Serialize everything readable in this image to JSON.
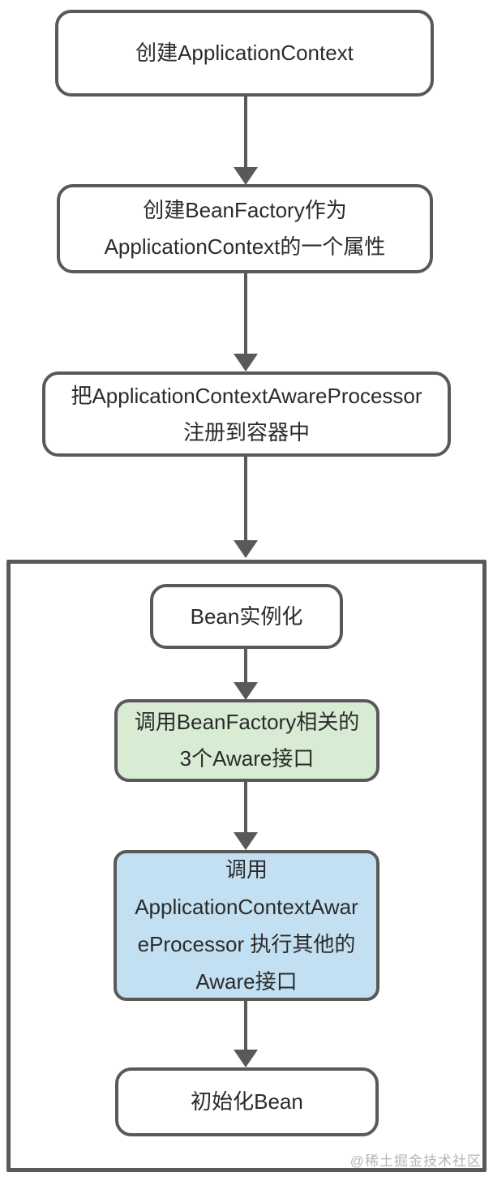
{
  "diagram": {
    "type": "flowchart",
    "topic": "Spring ApplicationContext / Aware 接口处理流程",
    "nodes": [
      {
        "id": "create-application-context",
        "shape": "rounded-rect",
        "fill": "#ffffff",
        "lines": [
          "创建ApplicationContext"
        ]
      },
      {
        "id": "create-bean-factory",
        "shape": "rounded-rect",
        "fill": "#ffffff",
        "lines": [
          "创建BeanFactory作为",
          "ApplicationContext的一个属性"
        ]
      },
      {
        "id": "register-aware-processor",
        "shape": "rounded-rect",
        "fill": "#ffffff",
        "lines": [
          "把ApplicationContextAwareProcessor",
          "注册到容器中"
        ]
      },
      {
        "id": "bean-instantiation",
        "shape": "rounded-rect",
        "fill": "#ffffff",
        "lines": [
          "Bean实例化"
        ]
      },
      {
        "id": "invoke-beanfactory-aware",
        "shape": "rounded-rect",
        "fill": "#d7ecd2",
        "lines": [
          "调用BeanFactory相关的",
          "3个Aware接口"
        ]
      },
      {
        "id": "invoke-context-aware-processor",
        "shape": "rounded-rect",
        "fill": "#c2e0f2",
        "lines": [
          "调用",
          "ApplicationContextAwar",
          "eProcessor 执行其他的",
          "Aware接口"
        ]
      },
      {
        "id": "initialize-bean",
        "shape": "rounded-rect",
        "fill": "#ffffff",
        "lines": [
          "初始化Bean"
        ]
      }
    ],
    "group": {
      "id": "bean-lifecycle-group",
      "contains": [
        "bean-instantiation",
        "invoke-beanfactory-aware",
        "invoke-context-aware-processor",
        "initialize-bean"
      ]
    },
    "edges": [
      {
        "from": "create-application-context",
        "to": "create-bean-factory"
      },
      {
        "from": "create-bean-factory",
        "to": "register-aware-processor"
      },
      {
        "from": "register-aware-processor",
        "to": "bean-lifecycle-group"
      },
      {
        "from": "bean-instantiation",
        "to": "invoke-beanfactory-aware"
      },
      {
        "from": "invoke-beanfactory-aware",
        "to": "invoke-context-aware-processor"
      },
      {
        "from": "invoke-context-aware-processor",
        "to": "initialize-bean"
      }
    ],
    "colors": {
      "stroke": "#595959",
      "arrow": "#595959",
      "text": "#2b2b2b",
      "green_fill": "#d7ecd2",
      "blue_fill": "#c2e0f2",
      "background": "#ffffff",
      "watermark_text": "#b5b5b5"
    },
    "watermark": "@稀土掘金技术社区"
  }
}
